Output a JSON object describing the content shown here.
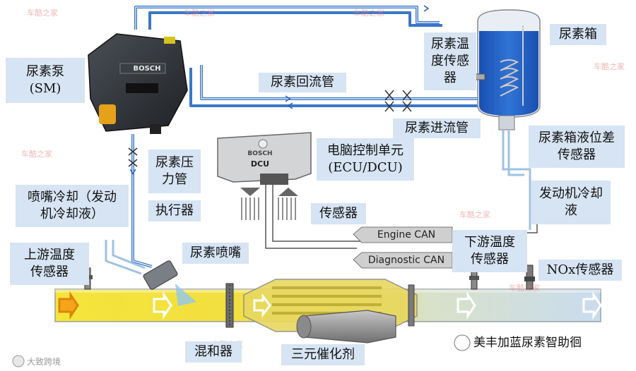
{
  "labels": {
    "urea_pump": "尿素泵\n(SM)",
    "return_pipe": "尿素回流管",
    "temp_sensor": "尿素温\n度传感\n器",
    "tank": "尿素箱",
    "inlet_pipe": "尿素进流管",
    "ecu": "电脑控制单元\n(ECU/DCU)",
    "level_sensor": "尿素箱液位差\n传感器",
    "pressure_pipe": "尿素压\n力管",
    "coolant": "发动机冷却\n液",
    "nozzle_cooling": "喷嘴冷却（发动\n机冷却液）",
    "actuator": "执行器",
    "sensor": "传感器",
    "nozzle": "尿素喷嘴",
    "upstream_temp": "上游温度\n传感器",
    "downstream_temp": "下游温度\n传感器",
    "nox_sensor": "NOx传感器",
    "mixer": "混和器",
    "catalyst": "三元催化剂"
  },
  "device_text": {
    "pump_brand": "BOSCH",
    "ecu_brand": "BOSCH",
    "ecu_model": "DCU"
  },
  "can": {
    "engine": "Engine CAN",
    "diagnostic": "Diagnostic CAN"
  },
  "watermarks": {
    "brand": "车酷之家",
    "footer_right": "美丰加蓝尿素智助徊",
    "footer_left": "大致跨境"
  },
  "colors": {
    "exhaust_yellow": "#f2e03a",
    "exhaust_clean": "#cfe0ef",
    "urea_blue": "#1f5fc4",
    "pipe_blue": "#3a78c8",
    "label_bg": "#d6e4f3"
  }
}
